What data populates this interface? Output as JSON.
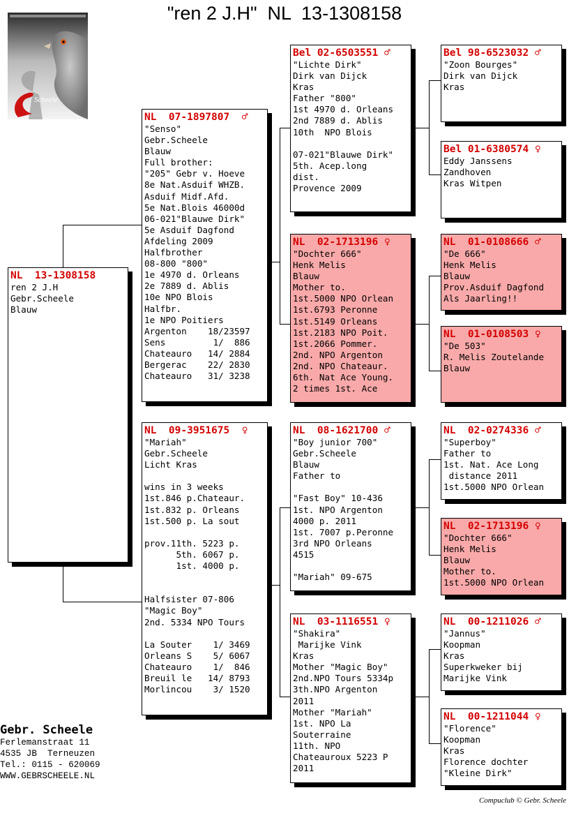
{
  "title": "\"ren 2 J.H\"  NL  13-1308158",
  "colors": {
    "ring": "#d40000",
    "highlight": "#f9a9a9"
  },
  "logo": {
    "icon": "pigeon-photo-logo",
    "brand": "Scheele"
  },
  "subject": {
    "ring": "NL  13-1308158",
    "lines": [
      "ren 2 J.H",
      "Gebr.Scheele",
      "Blauw"
    ]
  },
  "sire": {
    "ring": "NL  07-1897807",
    "symbol": "♂",
    "lines": [
      "\"Senso\"",
      "Gebr.Scheele",
      "Blauw",
      "Full brother:",
      "\"205\" Gebr v. Hoeve",
      "8e Nat.Asduif WHZB.",
      "Asduif Midf.Afd.",
      "5e Nat.Blois 46000d",
      "06-021\"Blauwe Dirk\"",
      "5e Asduif Dagfond",
      "Afdeling 2009",
      "Halfbrother",
      "08-800 \"800\"",
      "1e 4970 d. Orleans",
      "2e 7889 d. Ablis",
      "10e NPO Blois",
      "Halfbr.",
      "1e NPO Poitiers",
      "Argenton    18/23597",
      "Sens         1/  886",
      "Chateauro   14/ 2884",
      "Bergerac    22/ 2830",
      "Chateauro   31/ 3238"
    ]
  },
  "dam": {
    "ring": "NL  09-3951675",
    "symbol": "♀",
    "lines": [
      "\"Mariah\"",
      "Gebr.Scheele",
      "Licht Kras",
      "",
      "wins in 3 weeks",
      "1st.846 p.Chateaur.",
      "1st.832 p. Orleans",
      "1st.500 p. La sout",
      "",
      "prov.11th. 5223 p.",
      "      5th. 6067 p.",
      "      1st. 4000 p.",
      "",
      "",
      "Halfsister 07-806",
      "\"Magic Boy\"",
      "2nd. 5334 NPO Tours",
      "",
      "La Souter    1/ 3469",
      "Orleans S    5/ 6067",
      "Chateauro    1/  846",
      "Breuil le   14/ 8793",
      "Morlincou    3/ 1520"
    ]
  },
  "sire_sire": {
    "ring": "Bel 02-6503551",
    "symbol": "♂",
    "lines": [
      "\"Lichte Dirk\"",
      "Dirk van Dijck",
      "Kras",
      "Father \"800\"",
      "1st 4970 d. Orleans",
      "2nd 7889 d. Ablis",
      "10th  NPO Blois",
      "",
      "07-021\"Blauwe Dirk\"",
      "5th. Acep.long",
      "dist.",
      "Provence 2009"
    ]
  },
  "sire_dam": {
    "ring": "NL  02-1713196",
    "symbol": "♀",
    "lines": [
      "\"Dochter 666\"",
      "Henk Melis",
      "Blauw",
      "Mother to.",
      "1st.5000 NPO Orlean",
      "1st.6793 Peronne",
      "1st.5149 Orleans",
      "1st.2183 NPO Poit.",
      "1st.2066 Pommer.",
      "2nd. NPO Argenton",
      "2nd. NPO Chateaur.",
      "6th. Nat Ace Young.",
      "2 times 1st. Ace"
    ]
  },
  "dam_sire": {
    "ring": "NL  08-1621700",
    "symbol": "♂",
    "lines": [
      "\"Boy junior 700\"",
      "Gebr.Scheele",
      "Blauw",
      "Father to",
      "",
      "\"Fast Boy\" 10-436",
      "1st. NPO Argenton",
      "4000 p. 2011",
      "1st. 7007 p.Peronne",
      "3rd NPO Orleans",
      "4515",
      "",
      "\"Mariah\" 09-675"
    ]
  },
  "dam_dam": {
    "ring": "NL  03-1116551",
    "symbol": "♀",
    "lines": [
      "\"Shakira\"",
      " Marijke Vink",
      "Kras",
      "Mother \"Magic Boy\"",
      "2nd.NPO Tours 5334p",
      "3th.NPO Argenton",
      "2011",
      "Mother \"Mariah\"",
      "1st. NPO La",
      "Souterraine",
      "11th. NPO",
      "Chateauroux 5223 P",
      "2011"
    ]
  },
  "gg1": {
    "ring": "Bel 98-6523032",
    "symbol": "♂",
    "lines": [
      "\"Zoon Bourges\"",
      "Dirk van Dijck",
      "Kras"
    ]
  },
  "gg2": {
    "ring": "Bel 01-6380574",
    "symbol": "♀",
    "lines": [
      "Eddy Janssens",
      "Zandhoven",
      "Kras Witpen"
    ]
  },
  "gg3": {
    "ring": "NL  01-0108666",
    "symbol": "♂",
    "lines": [
      "\"De 666\"",
      "Henk Melis",
      "Blauw",
      "Prov.Asduif Dagfond",
      "Als Jaarling!!"
    ]
  },
  "gg4": {
    "ring": "NL  01-0108503",
    "symbol": "♀",
    "lines": [
      "\"De 503\"",
      "R. Melis Zoutelande",
      "Blauw"
    ]
  },
  "gg5": {
    "ring": "NL  02-0274336",
    "symbol": "♂",
    "lines": [
      "\"Superboy\"",
      "Father to",
      "1st. Nat. Ace Long",
      " distance 2011",
      "1st.5000 NPO Orlean"
    ]
  },
  "gg6": {
    "ring": "NL  02-1713196",
    "symbol": "♀",
    "lines": [
      "\"Dochter 666\"",
      "Henk Melis",
      "Blauw",
      "Mother to.",
      "1st.5000 NPO Orlean"
    ]
  },
  "gg7": {
    "ring": "NL  00-1211026",
    "symbol": "♂",
    "lines": [
      "\"Jannus\"",
      "Koopman",
      "Kras",
      "Superkweker bij",
      "Marijke Vink"
    ]
  },
  "gg8": {
    "ring": "NL  00-1211044",
    "symbol": "♀",
    "lines": [
      "\"Florence\"",
      "Koopman",
      "Kras",
      "Florence dochter",
      "\"Kleine Dirk\""
    ]
  },
  "footer": {
    "name": "Gebr. Scheele",
    "lines": [
      "Ferlemanstraat 11",
      "4535 JB  Terneuzen",
      "Tel.: 0115 - 620069",
      "WWW.GEBRSCHEELE.NL"
    ]
  },
  "credit": "Compuclub © Gebr. Scheele"
}
